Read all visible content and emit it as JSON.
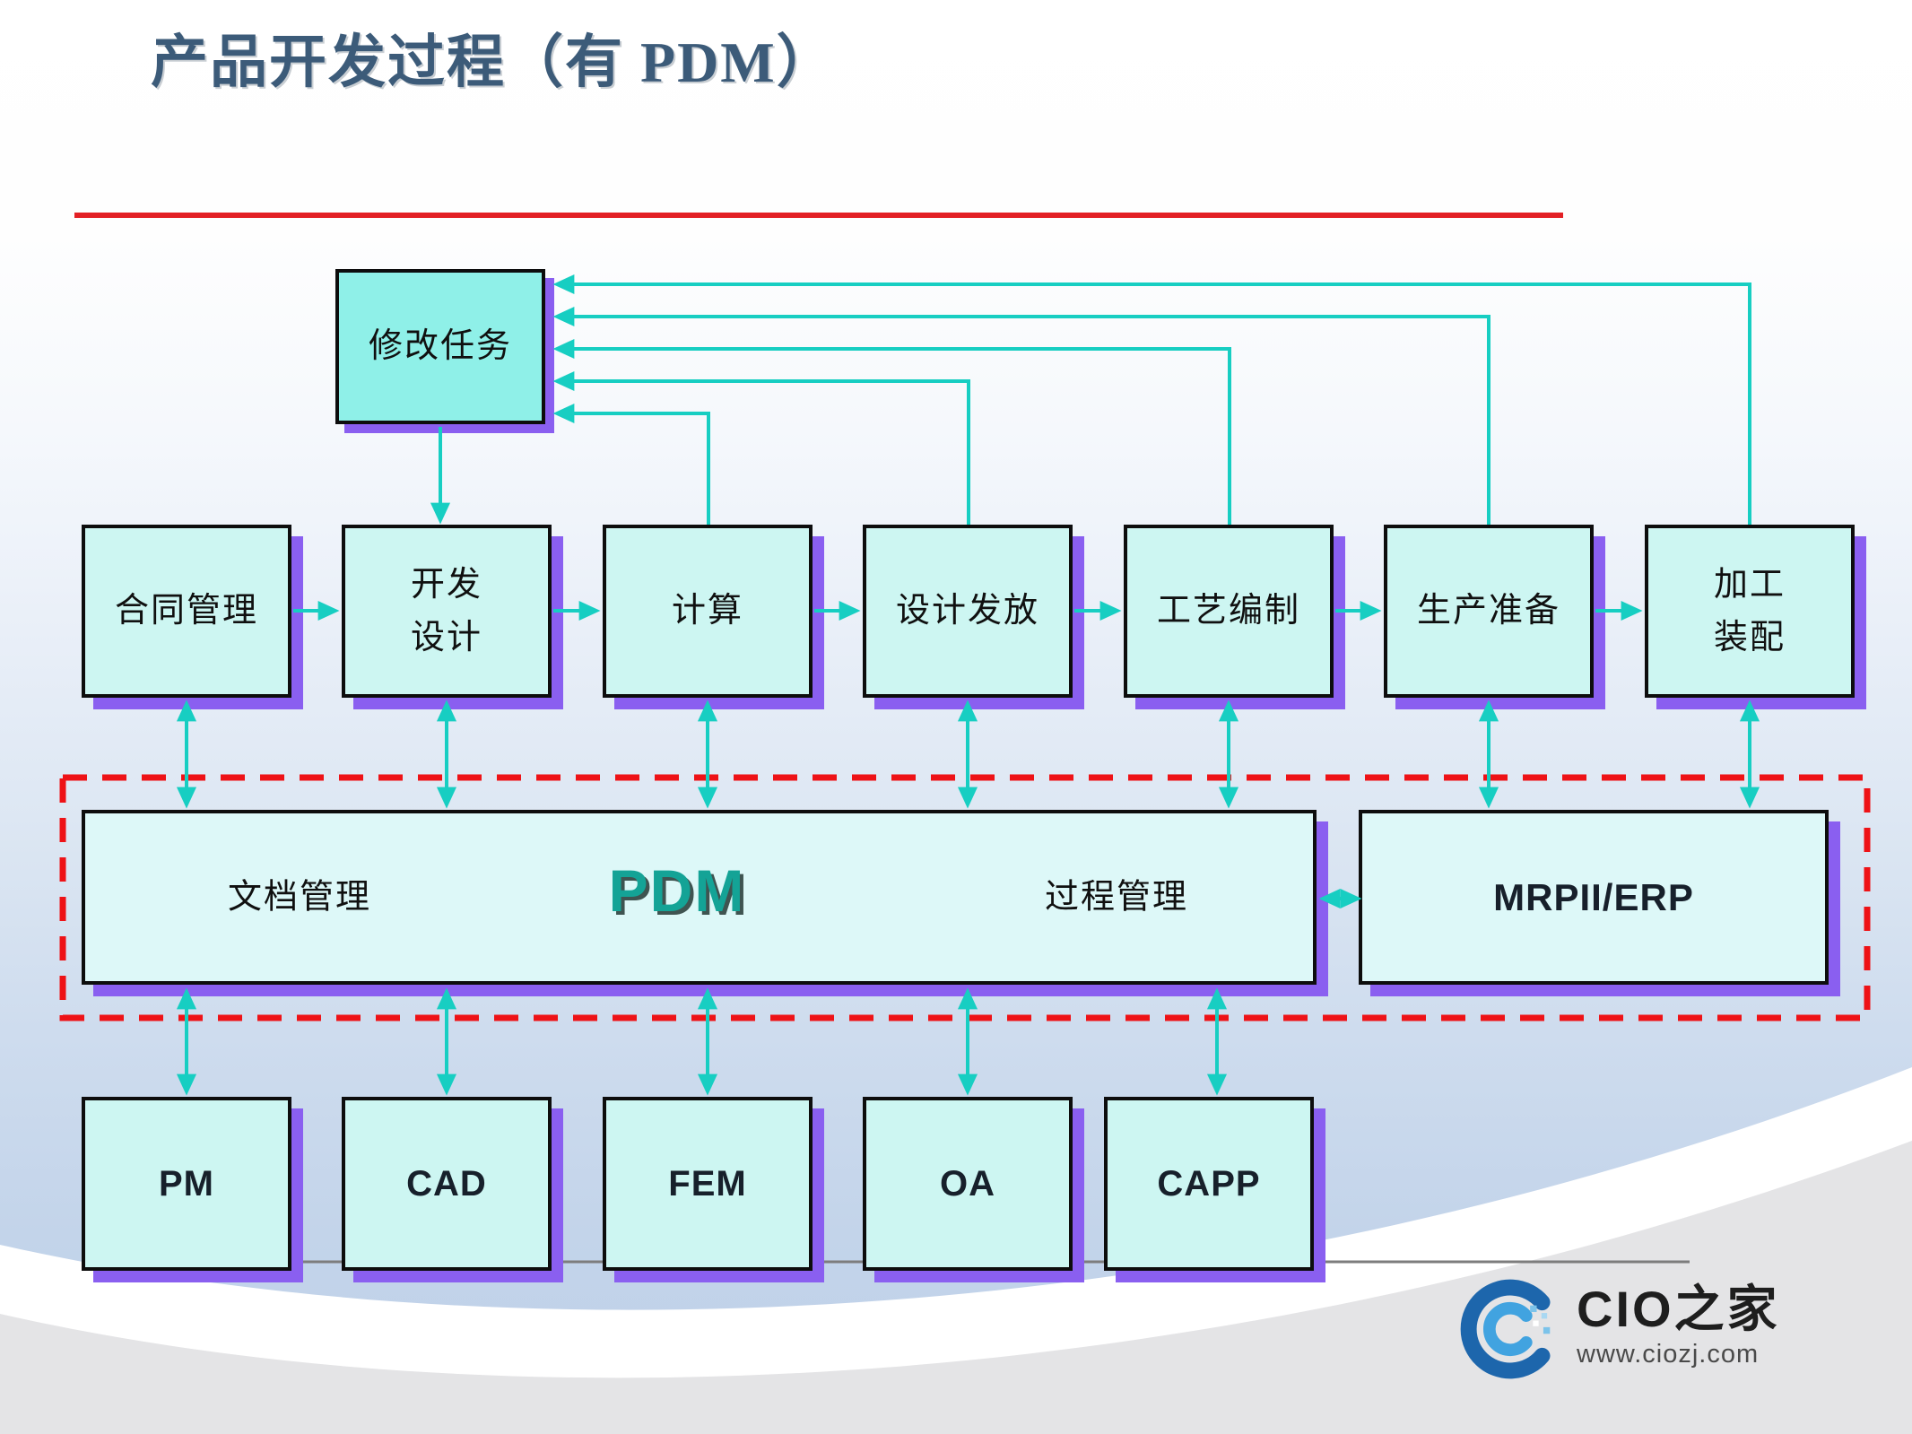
{
  "slide": {
    "title": "产品开发过程（有 PDM）"
  },
  "diagram": {
    "feedback_box": {
      "label": "修改任务"
    },
    "process_row": [
      {
        "line1": "合同管理",
        "line2": ""
      },
      {
        "line1": "开发",
        "line2": "设计"
      },
      {
        "line1": "计算",
        "line2": ""
      },
      {
        "line1": "设计发放",
        "line2": ""
      },
      {
        "line1": "工艺编制",
        "line2": ""
      },
      {
        "line1": "生产准备",
        "line2": ""
      },
      {
        "line1": "加工",
        "line2": "装配"
      }
    ],
    "pdm_band": {
      "left_label": "文档管理",
      "title": "PDM",
      "right_label": "过程管理"
    },
    "erp_box": {
      "label": "MRPII/ERP"
    },
    "tools_row": [
      {
        "label": "PM"
      },
      {
        "label": "CAD"
      },
      {
        "label": "FEM"
      },
      {
        "label": "OA"
      },
      {
        "label": "CAPP"
      }
    ]
  },
  "logo": {
    "name": "CIO之家",
    "site": "www.ciozj.com"
  },
  "colors": {
    "arrow_teal": "#17cec2",
    "shadow_purple": "#8a5ff0",
    "dashed_red": "#ee1216",
    "title_rule_red": "#e32025",
    "title_blue": "#3c5b79",
    "process_box_fill": "#cdf6f2",
    "feedback_box_fill": "#8ff0e8",
    "pdm_band_fill": "#ddf8f8"
  }
}
